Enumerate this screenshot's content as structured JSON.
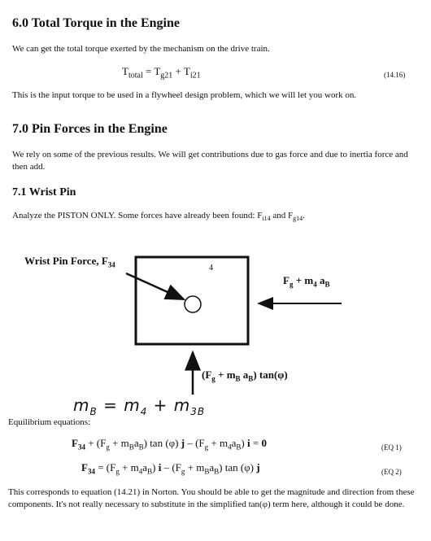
{
  "s6": {
    "heading": "6.0  Total Torque in the Engine",
    "p1": "We can get the total torque exerted by the mechanism on the drive train.",
    "eq": {
      "lhs": "T",
      "lhs_sub": "total",
      "eqs": " = ",
      "t1": "T",
      "t1_sub": "g21",
      "plus": " + ",
      "t2": "T",
      "t2_sub": "i21",
      "num": "(14.16)"
    },
    "p2": "This is the input torque to be used in a flywheel design problem, which we will let you work on."
  },
  "s7": {
    "heading": "7.0  Pin Forces in the Engine",
    "p1": "We rely on some of the previous results. We will get contributions due to gas force and due to inertia force and then add."
  },
  "s71": {
    "heading": "7.1  Wrist Pin",
    "p1_pre": "Analyze the PISTON ONLY. Some forces have already been found: F",
    "p1_sub1": "i14",
    "p1_mid": " and F",
    "p1_sub2": "g14",
    "p1_end": "."
  },
  "figure": {
    "wrist_label": "Wrist Pin Force, F",
    "wrist_sub": "34",
    "body_number": "4",
    "right_label_F": "F",
    "right_label_Fsub": "g",
    "right_label_mid": " + m",
    "right_label_msub": "4",
    "right_label_a": " a",
    "right_label_asub": "B",
    "bottom_label_open": "(F",
    "bottom_label_Fsub": "g",
    "bottom_label_mid": " + m",
    "bottom_label_msub": "B",
    "bottom_label_a": " a",
    "bottom_label_asub": "B",
    "bottom_label_end": ") tan(φ)"
  },
  "handwritten": {
    "text": "m",
    "sub": "B",
    "rest": " = m",
    "rest_sub": "4",
    "plus": " + m",
    "plus_sub": "3B"
  },
  "equilibrium": {
    "label": "Equilibrium equations:",
    "eq1": {
      "parts": [
        "F",
        "34",
        " + (F",
        "g",
        " + m",
        "B",
        "a",
        "B",
        ") tan (φ) ",
        "j",
        " – (F",
        "g",
        " + m",
        "4",
        "a",
        "B",
        ") ",
        "i",
        " = ",
        "0"
      ],
      "num": "(EQ 1)"
    },
    "eq2": {
      "parts": [
        "F",
        "34",
        " = (F",
        "g",
        " + m",
        "4",
        "a",
        "B",
        ") ",
        "i",
        " – (F",
        "g",
        " + m",
        "B",
        "a",
        "B",
        ") tan (φ) ",
        "j"
      ],
      "num": "(EQ 2)"
    }
  },
  "closing": {
    "text": "This corresponds to equation (14.21) in Norton. You should be able to get the magnitude and direction from these components. It's not really necessary to substitute in the simplified tan(φ) term here, although it could be done."
  }
}
